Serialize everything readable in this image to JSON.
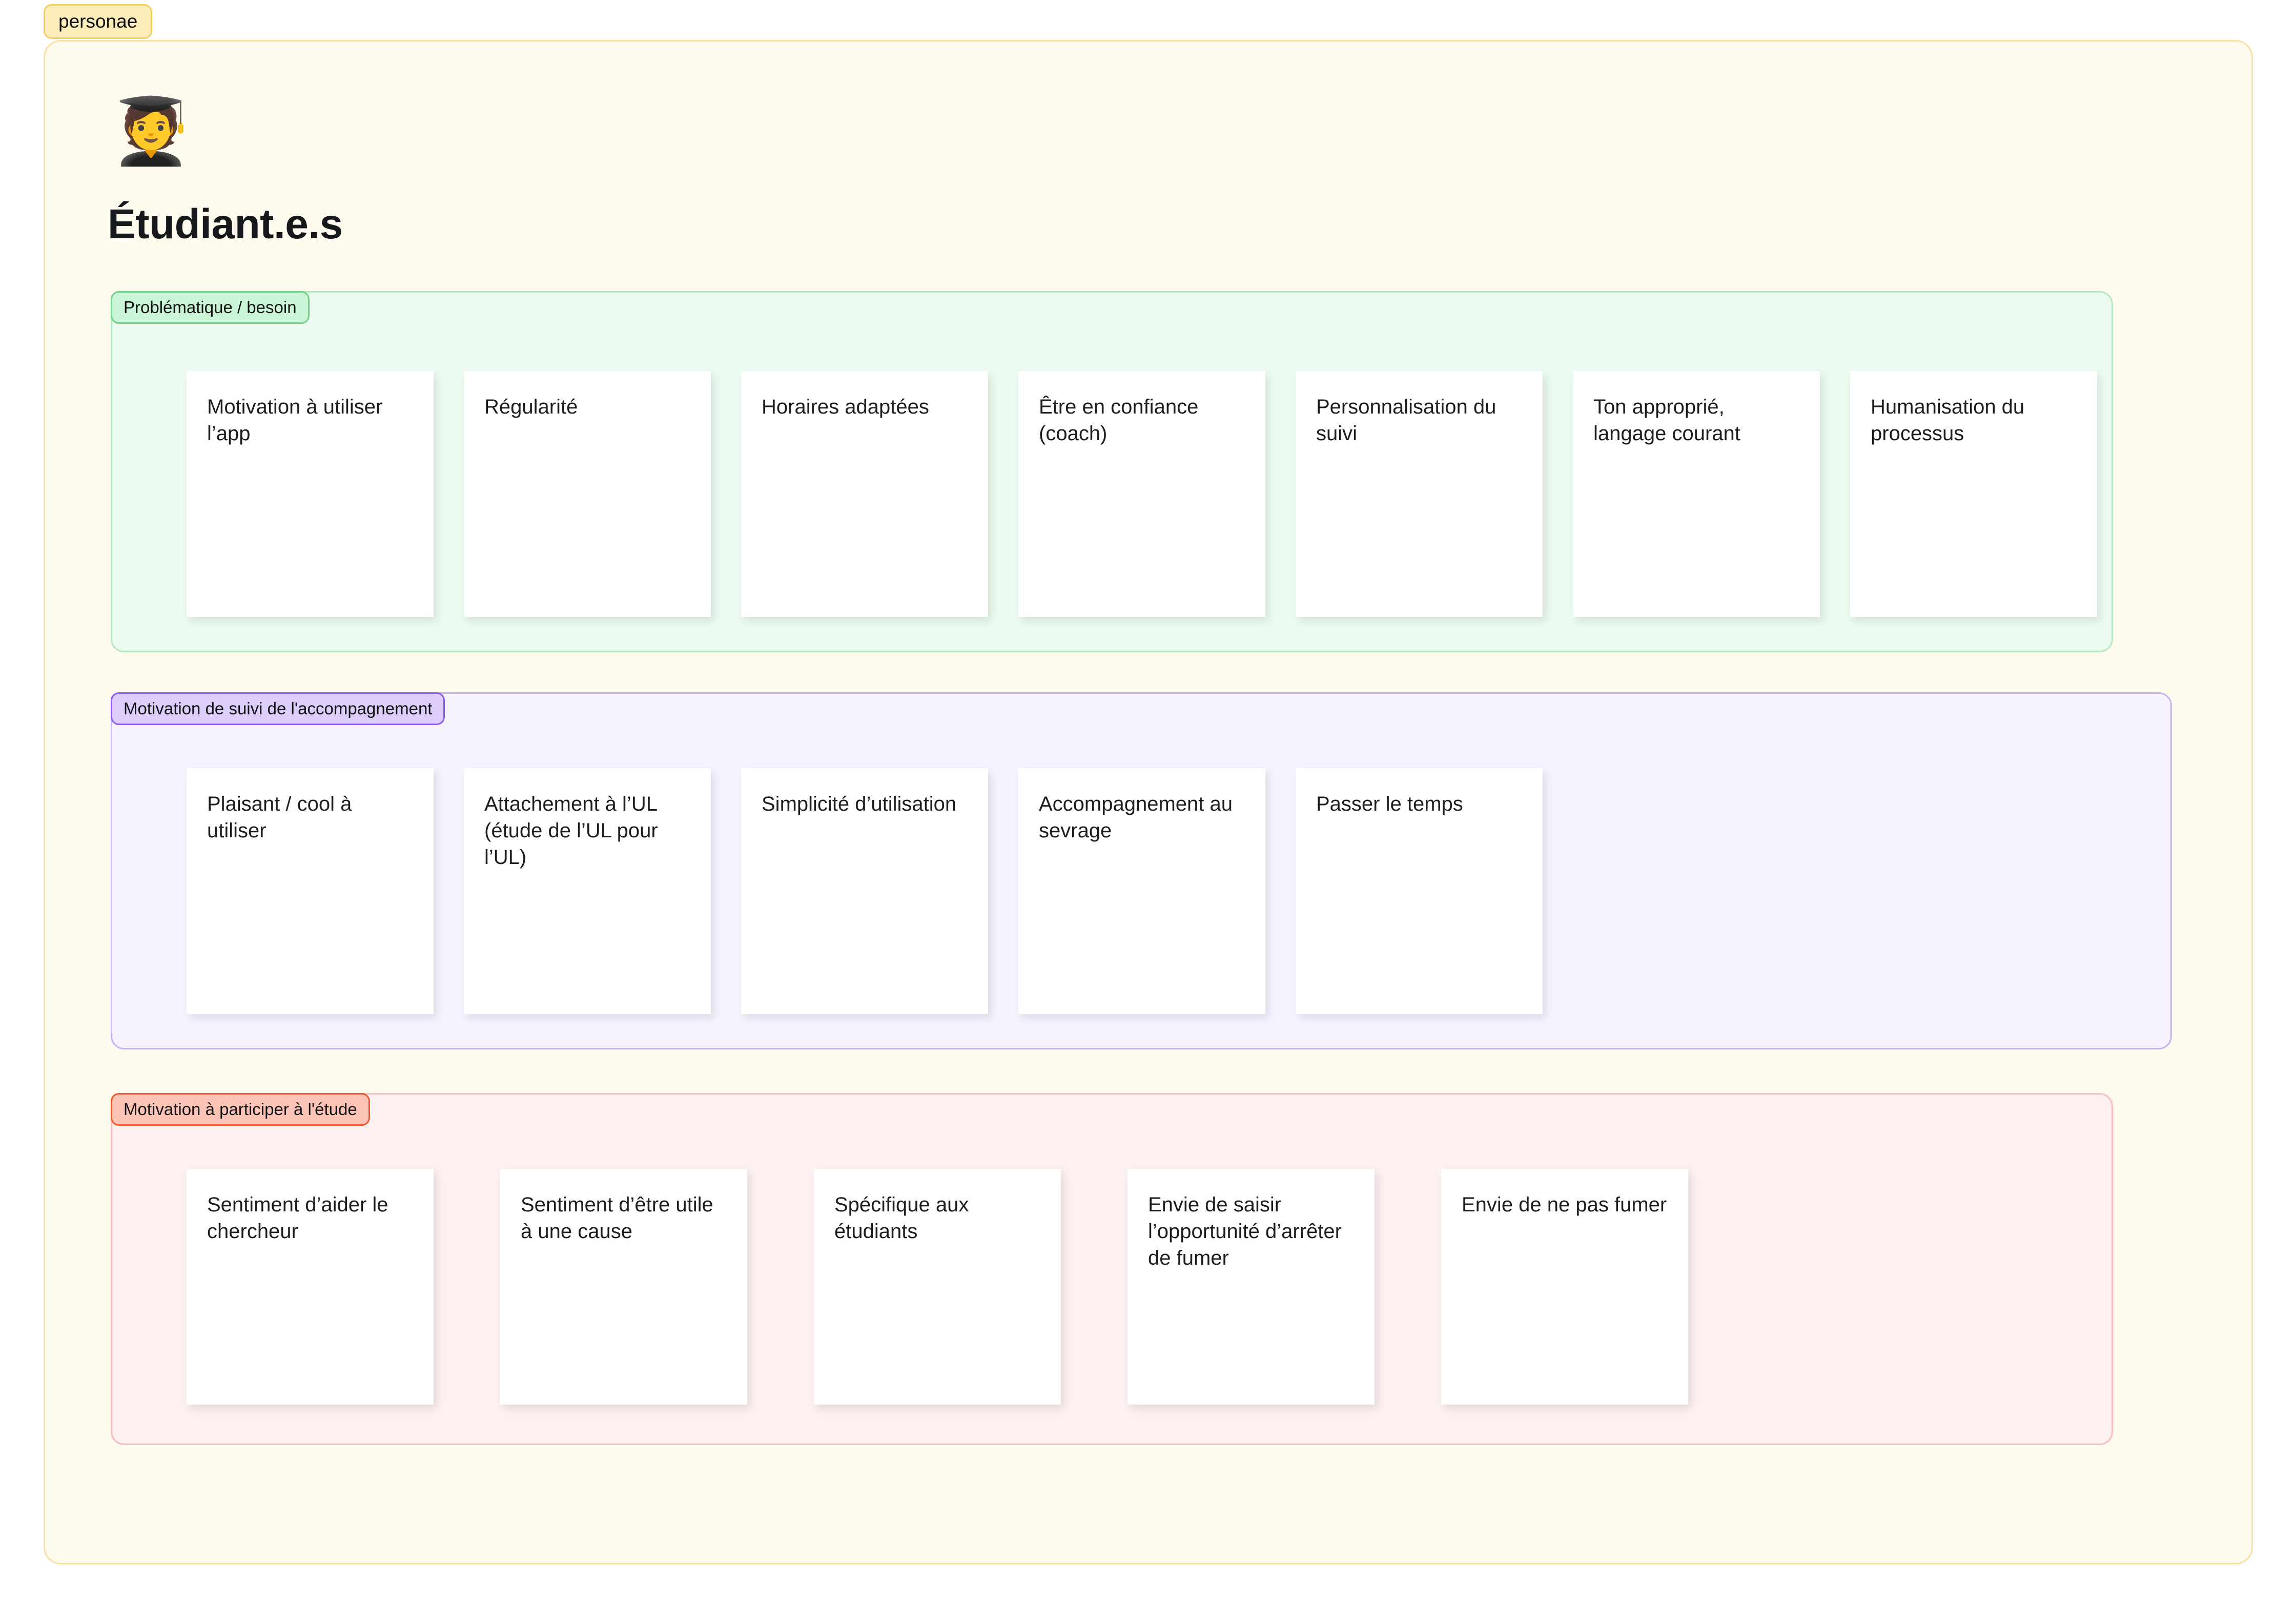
{
  "board": {
    "tag_label": "personae"
  },
  "persona": {
    "emoji": "🧑‍🎓",
    "emoji_name": "student-graduate-emoji",
    "title": "Étudiant.e.s"
  },
  "colors": {
    "frame_background": "#FEFAED",
    "frame_border": "#F7E2A6",
    "tag_background": "#FDEDB8",
    "tag_border": "#F3CE63",
    "green_section_background": "#EBFBF0",
    "green_section_border": "#B6E7C3",
    "green_label_background": "#C9F4D5",
    "green_label_border": "#6FD38C",
    "purple_section_background": "#F6F2FE",
    "purple_section_border": "#C6B3F4",
    "purple_label_background": "#DECEFC",
    "purple_label_border": "#8F5BF0",
    "pink_section_background": "#FDF0F0",
    "pink_section_border": "#F6BEBE",
    "pink_label_background": "#FBC4B6",
    "pink_label_border": "#EC5A2B",
    "card_background": "#FFFFFF",
    "text": "#1C1D20"
  },
  "sections": [
    {
      "id": "problematique-besoin",
      "label": "Problématique / besoin",
      "accent": "green",
      "cards": [
        {
          "text": "Motivation à utiliser l’app"
        },
        {
          "text": "Régularité"
        },
        {
          "text": "Horaires adaptées"
        },
        {
          "text": "Être en confiance (coach)"
        },
        {
          "text": "Personnalisation du suivi"
        },
        {
          "text": "Ton approprié, langage courant"
        },
        {
          "text": "Humanisation du processus"
        }
      ]
    },
    {
      "id": "motivation-suivi-accompagnement",
      "label": "Motivation de suivi de l'accompagnement",
      "accent": "purple",
      "cards": [
        {
          "text": "Plaisant / cool à utiliser"
        },
        {
          "text": "Attachement à l’UL (étude de l’UL pour l’UL)"
        },
        {
          "text": "Simplicité d’utilisation"
        },
        {
          "text": "Accompagnement au sevrage"
        },
        {
          "text": "Passer le temps"
        }
      ]
    },
    {
      "id": "motivation-participer-etude",
      "label": "Motivation à participer à l'étude",
      "accent": "pink",
      "cards": [
        {
          "text": "Sentiment d’aider le chercheur"
        },
        {
          "text": "Sentiment d’être utile à une cause"
        },
        {
          "text": "Spécifique aux étudiants"
        },
        {
          "text": "Envie de saisir l’opportunité d’arrêter de fumer"
        },
        {
          "text": "Envie de ne pas fumer"
        }
      ]
    }
  ]
}
